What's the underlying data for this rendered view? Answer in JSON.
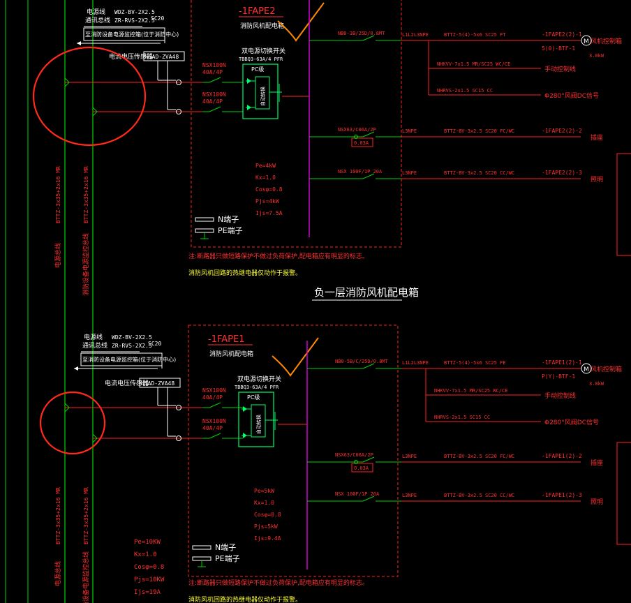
{
  "colors": {
    "background": "#000000",
    "wire_green": "#00d400",
    "wire_red": "#ff2222",
    "text_red": "#ff3030",
    "text_yellow": "#ffff33",
    "text_white": "#ffffff",
    "bus_magenta": "#d000d0",
    "device_green": "#00ff66",
    "highlight_circle": "#ff2a1a",
    "orange_mark": "#ff8a00"
  },
  "panels": [
    {
      "id": "upper",
      "panel_tag": "-1FAPE2",
      "panel_name": "消防风机配电箱",
      "trunk_labels": {
        "power_line": "电源线",
        "comm_bus": "通讯总线",
        "power_cable": "WDZ-BV-2X2.5",
        "comm_cable": "ZR-RVS-2X2.5",
        "sc": "SC20"
      },
      "monitor_note": "至消防设备电源监控箱(位于消防中心)",
      "sensor_label": "电流电压传感器",
      "sensor_model": "HSAD-ZVA48",
      "dual_switch": "双电源切换开关",
      "dual_switch_model": "TBBQ3-63A/4 PFR",
      "pc_label": "PC级",
      "pc_inner": "自动转换",
      "breaker_a": "NSX100N",
      "breaker_a2": "40A/4P",
      "breaker_b": "NSX100N",
      "breaker_b2": "40A/4P",
      "circuits": [
        {
          "breaker": "NB0-3B/25D/0.8MT",
          "phase": "L1L2L3NPE",
          "cable": "BTTZ-5(4)-5x6 SC25 FT",
          "circuit_id": "-1FAPE2(2)-1",
          "load": "风机控制箱",
          "sub_circuit": "5(0)-BTF-1",
          "power": "3.0kW"
        },
        {
          "breaker": "NSX63/C06A/2P",
          "phase": "L3NPE",
          "cable": "BTTZ-BV-3x2.5 SC20 FC/WC",
          "circuit_id": "-1FAPE2(2)-2",
          "load": "插座",
          "rcd": "0.03A"
        },
        {
          "breaker": "NSX 100F/1P 20A",
          "phase": "L3NPE",
          "cable": "BTTZ-BV-3x2.5 SC20 CC/WC",
          "circuit_id": "-1FAPE2(2)-3",
          "load": "照明"
        }
      ],
      "control_lines": [
        {
          "cable": "NHKVV-7x1.5 MR/SC25 WC/CE",
          "dest": "手动控制线"
        },
        {
          "cable": "NHRVS-2x1.5 SC15 CC",
          "dest": "Φ280°风阀DC信号"
        }
      ],
      "params": {
        "pe": "Pe=4kW",
        "kx": "Kx=1.0",
        "cos": "Cosφ=0.8",
        "pjs": "Pjs=4kW",
        "ijs": "Ijs=7.5A"
      },
      "terminals": {
        "n": "N端子",
        "pe": "PE端子"
      },
      "trunk_cables": {
        "left": "BTTZ-3x35+2x16 MR",
        "right": "BTTZ-3x35+2x16 MR"
      },
      "vertical_labels": {
        "left": "电源总线",
        "right": "消防设备电源监控总线"
      },
      "note_red": "注:断路器只做短路保护不做过负荷保护,配电箱应有明显的标志。",
      "note_yellow": "消防风机回路的热继电器仅动作于报警。"
    },
    {
      "id": "lower",
      "panel_tag": "-1FAPE1",
      "panel_name": "消防风机配电箱",
      "trunk_labels": {
        "power_line": "电源线",
        "comm_bus": "通讯总线",
        "power_cable": "WDZ-BV-2X2.5",
        "comm_cable": "ZR-RVS-2X2.5",
        "sc": "SC20"
      },
      "monitor_note": "至消防设备电源监控箱(位于消防中心)",
      "sensor_label": "电流电压传感器",
      "sensor_model": "HSAD-ZVA48",
      "dual_switch": "双电源切换开关",
      "dual_switch_model": "TBBQ3-63A/4 PFR",
      "pc_label": "PC级",
      "pc_inner": "自动转换",
      "breaker_a": "NSX100N",
      "breaker_a2": "40A/4P",
      "breaker_b": "NSX100N",
      "breaker_b2": "40A/4P",
      "circuits": [
        {
          "breaker": "NB0-5B/C/25D/0.8MT",
          "phase": "L1L2L3NPE",
          "cable": "BTTZ-5(4)-5x6 SC25 FE",
          "circuit_id": "-1FAPE1(2)-1",
          "load": "风机控制箱",
          "sub_circuit": "P(Y)-BTF-1",
          "power": "3.0kW"
        },
        {
          "breaker": "NSX63/C06A/2P",
          "phase": "L3NPE",
          "cable": "BTTZ-BV-3x2.5 SC20 FC/WC",
          "circuit_id": "-1FAPE1(2)-2",
          "load": "插座",
          "rcd": "0.03A"
        },
        {
          "breaker": "NSX 100F/1P 20A",
          "phase": "L3NPE",
          "cable": "BTTZ-BV-3x2.5 SC20 CC/WC",
          "circuit_id": "-1FAPE1(2)-3",
          "load": "照明"
        }
      ],
      "control_lines": [
        {
          "cable": "NHKVV-7x1.5 MR/SC25 WC/CE",
          "dest": "手动控制线"
        },
        {
          "cable": "NHRVS-2x1.5 SC15 CC",
          "dest": "Φ280°风阀DC信号"
        }
      ],
      "params": {
        "pe": "Pe=5kW",
        "kx": "Kx=1.0",
        "cos": "Cosφ=0.8",
        "pjs": "Pjs=5kW",
        "ijs": "Ijs=9.4A"
      },
      "terminals": {
        "n": "N端子",
        "pe": "PE端子"
      },
      "trunk_cables": {
        "left": "BTTZ-3x35+2x16 MR",
        "right": "BTTZ-3x35+2x16 MR"
      },
      "vertical_labels": {
        "left": "电源总线",
        "right": "消防设备电源监控总线"
      },
      "note_red": "注:断路器只做短路保护不做过负荷保护,配电箱应有明显的标志。",
      "note_yellow": "消防风机回路的热继电器仅动作于报警。"
    }
  ],
  "section_title": "负一层消防风机配电箱",
  "left_params": {
    "pe": "Pe=10KW",
    "kx": "Kx=1.0",
    "cos": "Cosφ=0.8",
    "pjs": "Pjs=10KW",
    "ijs": "Ijs=19A"
  },
  "motor_symbol": "M"
}
